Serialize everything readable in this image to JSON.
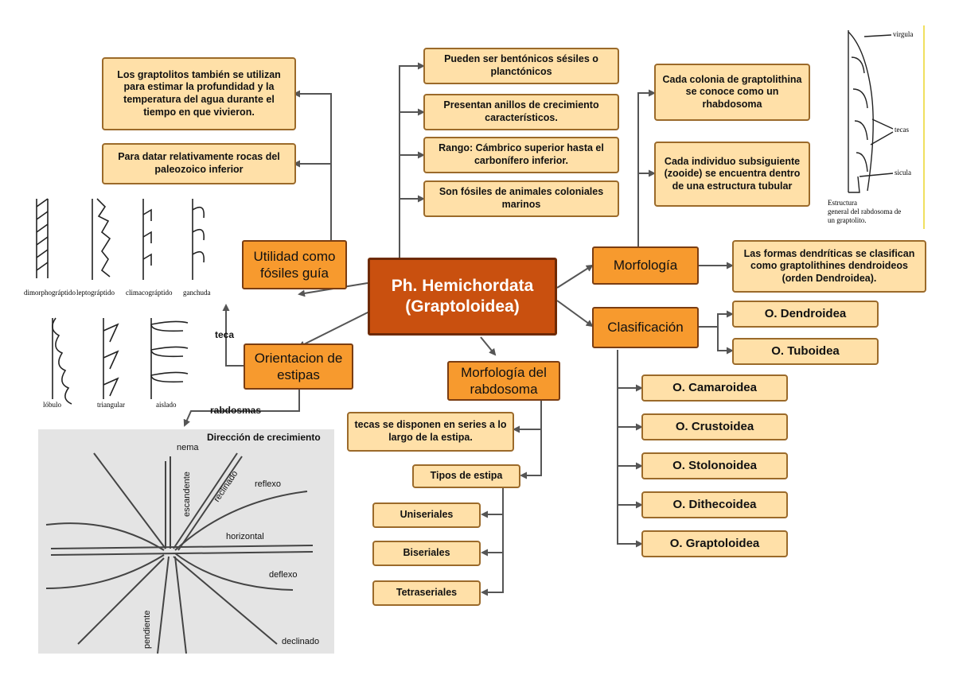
{
  "central": {
    "line1": "Ph. Hemichordata",
    "line2": "(Graptoloidea)"
  },
  "utilidad": {
    "title": "Utilidad como fósiles guía",
    "items": [
      "Los graptolitos también se utilizan para estimar la profundidad y la temperatura del agua durante el tiempo en que vivieron.",
      "Para datar relativamente rocas del paleozoico inferior"
    ]
  },
  "general": {
    "items": [
      "Pueden ser bentónicos sésiles o planctónicos",
      "Presentan anillos de crecimiento característicos.",
      "Rango: Cámbrico superior hasta el carbonífero inferior.",
      "Son fósiles de animales coloniales marinos"
    ]
  },
  "morfologia": {
    "title": "Morfología",
    "items": [
      "Cada colonia de graptolithina se conoce como un rhabdosoma",
      "Cada individuo subsiguiente (zooide) se encuentra dentro de una estructura tubular"
    ],
    "side": "Las formas dendríticas se clasifican como graptolithines dendroideos (orden Dendroidea)."
  },
  "clasificacion": {
    "title": "Clasificación",
    "orders": [
      "O. Dendroidea",
      "O. Tuboidea",
      "O. Camaroidea",
      "O. Crustoidea",
      "O. Stolonoidea",
      "O. Dithecoidea",
      "O. Graptoloidea"
    ]
  },
  "orientacion": {
    "title": "Orientacion de estipas",
    "label_teca": "teca",
    "label_rabdosmas": "rabdosmas"
  },
  "rabdosoma": {
    "title": "Morfología del rabdosoma",
    "items": [
      "tecas se disponen en series a lo largo de la estipa.",
      "Tipos de estipa"
    ],
    "types": [
      "Uniseriales",
      "Biseriales",
      "Tetraseriales"
    ]
  },
  "teca_figure": {
    "row1": [
      "dimorphográptido",
      "leptográptido",
      "climacográptido",
      "ganchuda"
    ],
    "row2": [
      "lóbulo",
      "triangular",
      "aislado"
    ]
  },
  "estipa_figure": {
    "title": "Dirección de crecimiento",
    "labels": [
      "nema",
      "escandente",
      "reclinado",
      "reflexo",
      "horizontal",
      "deflexo",
      "declinado",
      "pendiente"
    ]
  },
  "rhabdosome_figure": {
    "labels": [
      "virgula",
      "tecas",
      "sicula"
    ],
    "caption_lines": [
      "Estructura",
      "general del rabdosoma de",
      "un graptolito."
    ]
  }
}
